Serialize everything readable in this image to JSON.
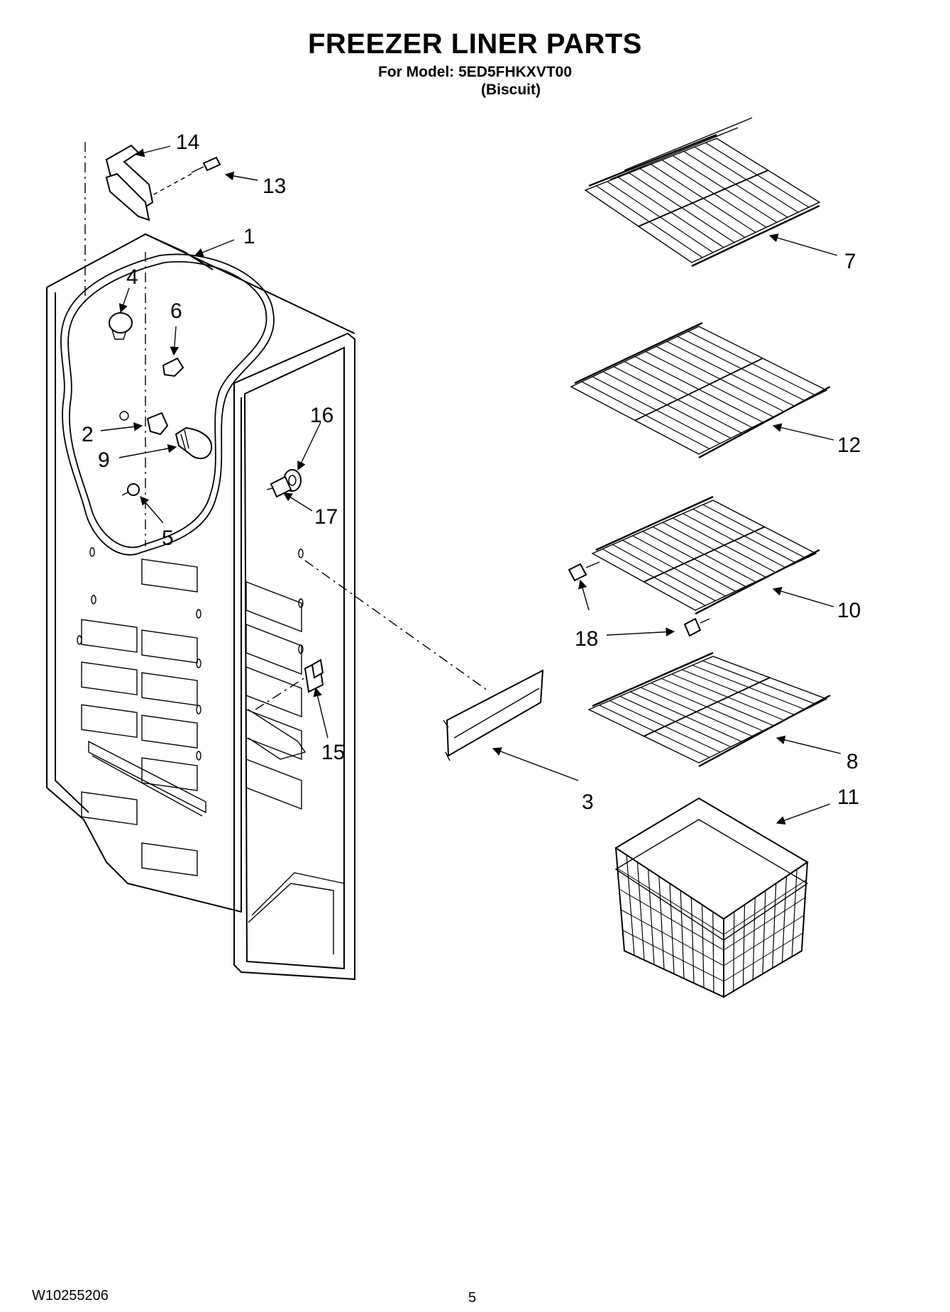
{
  "header": {
    "title": "FREEZER LINER PARTS",
    "model": "For Model: 5ED5FHKXVT00",
    "variant": "(Biscuit)"
  },
  "footer": {
    "doc_number": "W10255206",
    "page_number": "5"
  },
  "callouts": {
    "c1": "1",
    "c2": "2",
    "c3": "3",
    "c4": "4",
    "c5": "5",
    "c6": "6",
    "c7": "7",
    "c8": "8",
    "c9": "9",
    "c10": "10",
    "c11": "11",
    "c12": "12",
    "c13": "13",
    "c14": "14",
    "c15": "15",
    "c16": "16",
    "c17": "17",
    "c18": "18"
  }
}
